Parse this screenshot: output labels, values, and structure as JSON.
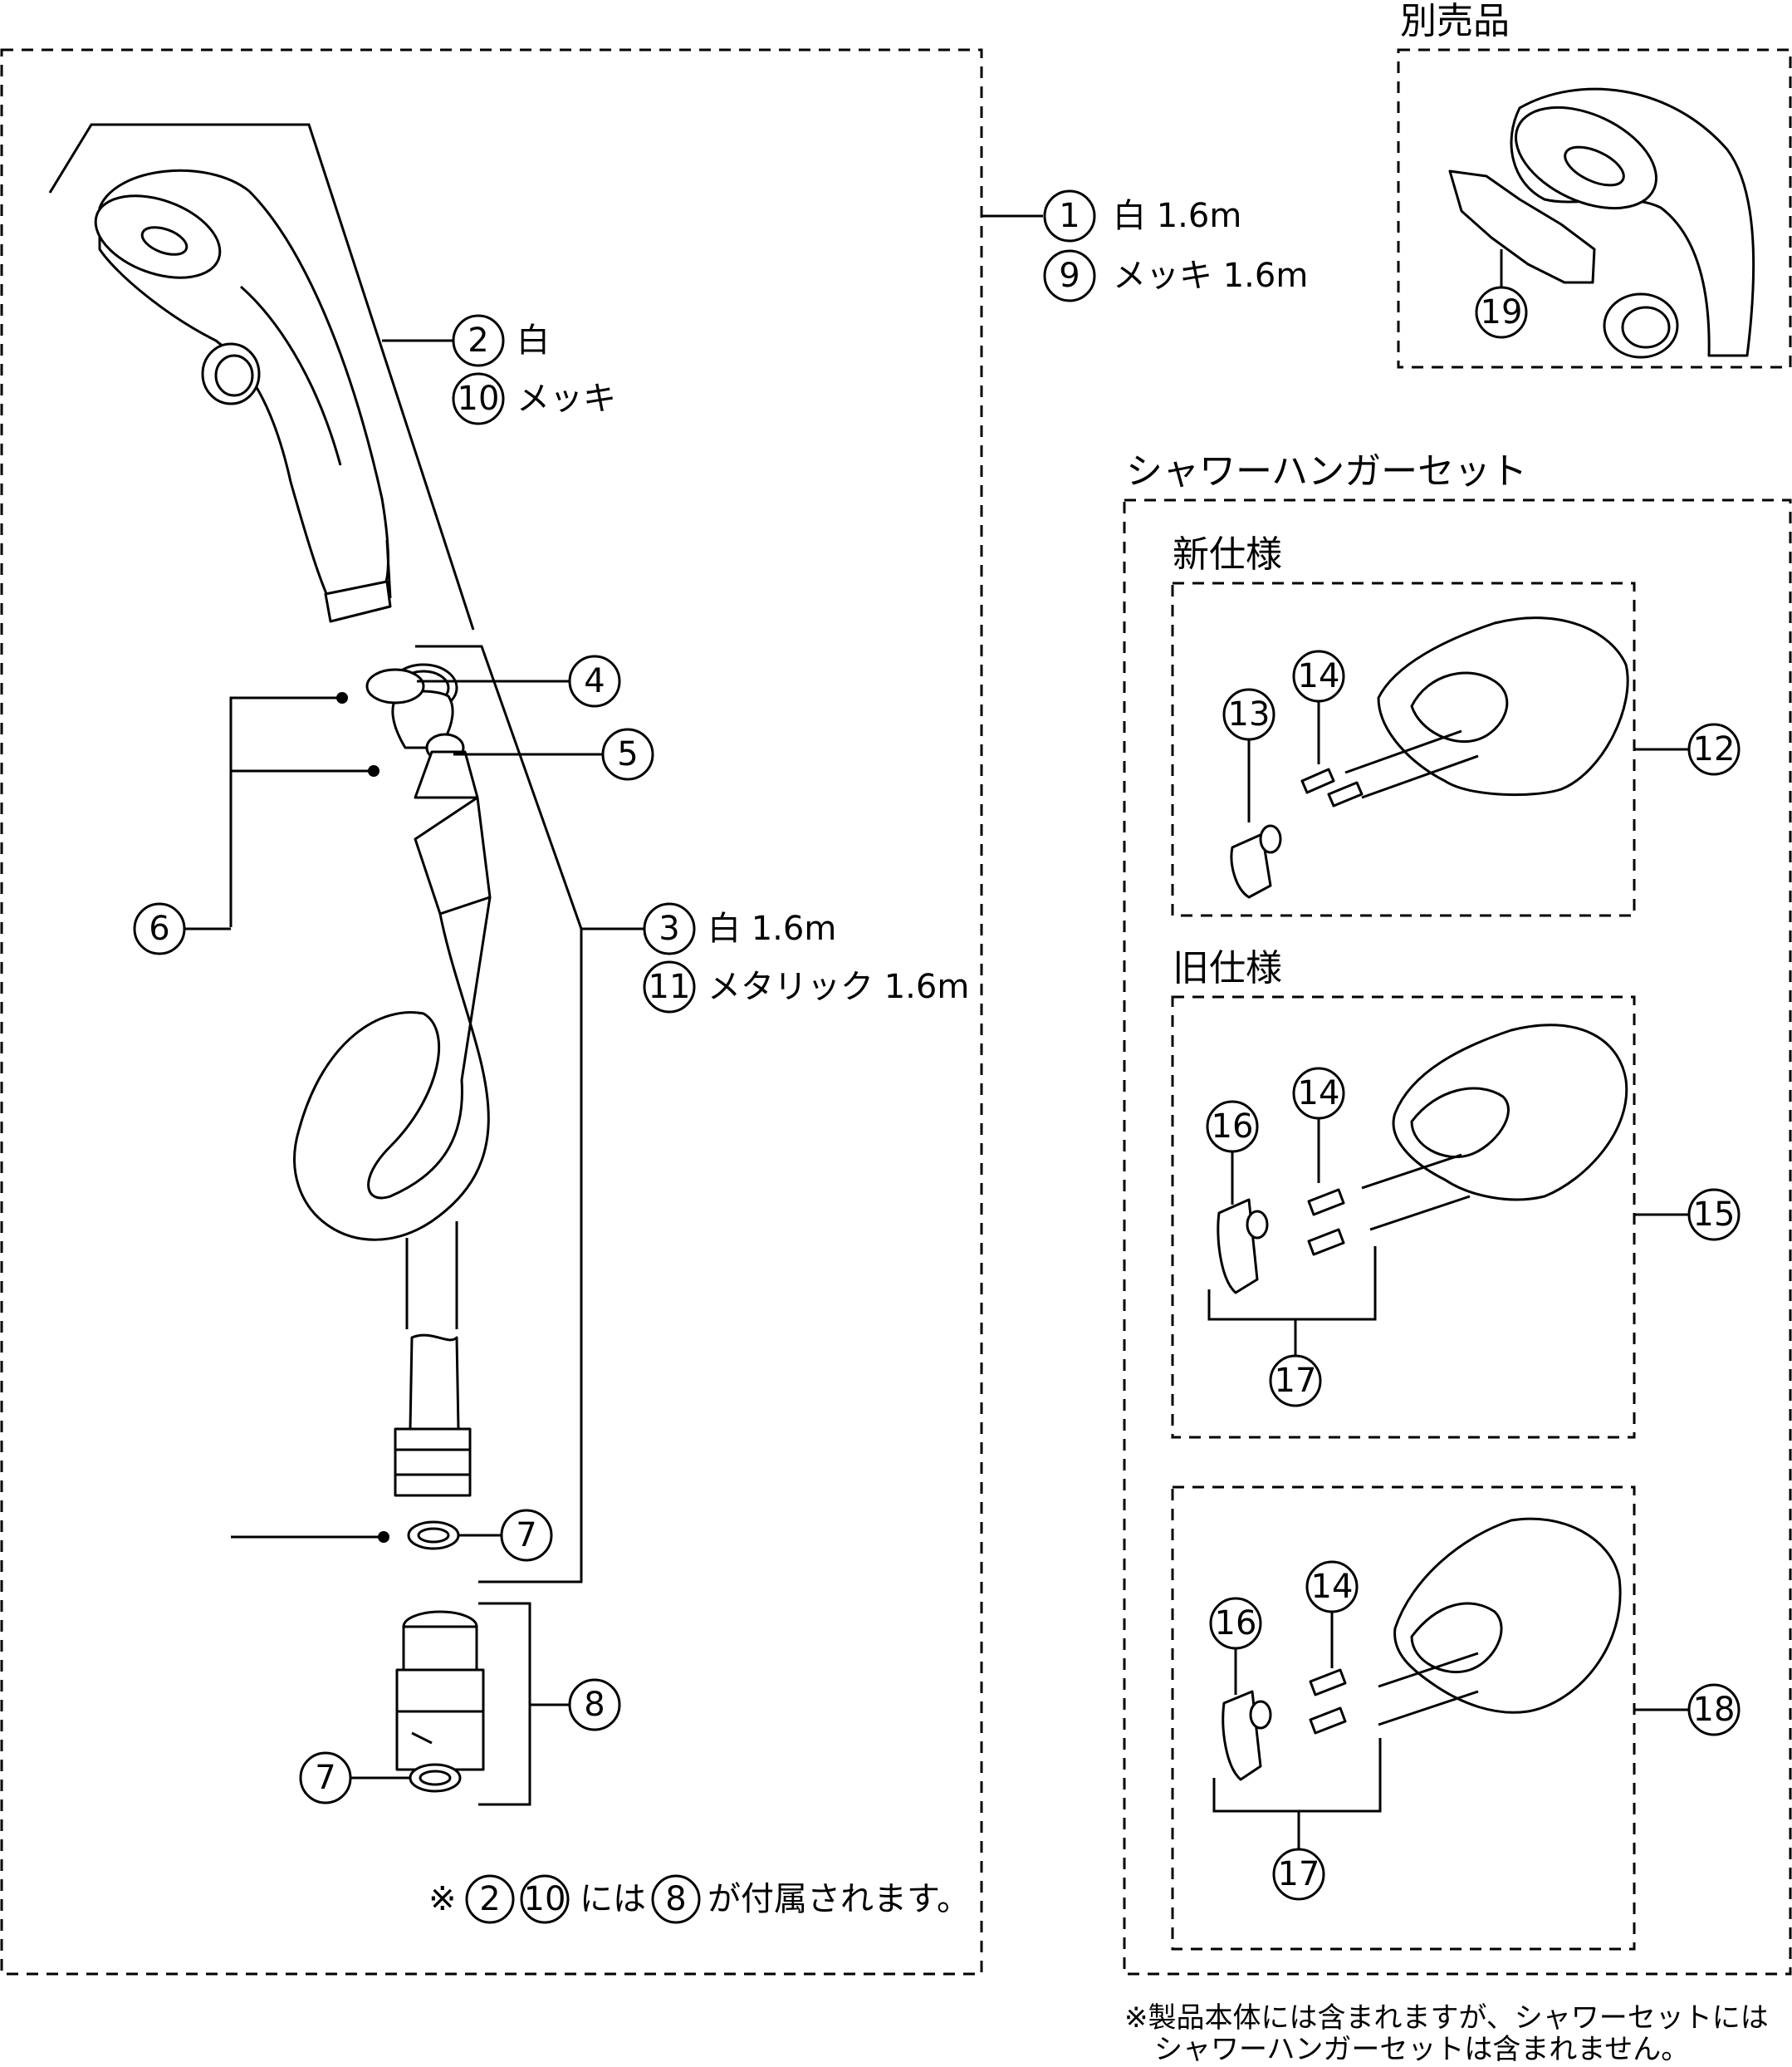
{
  "sections": {
    "optional_title": "別売品",
    "hanger_set_title": "シャワーハンガーセット",
    "new_spec_label": "新仕様",
    "old_spec_label": "旧仕様"
  },
  "callouts": {
    "c1": "1",
    "c2": "2",
    "c3": "3",
    "c4": "4",
    "c5": "5",
    "c6": "6",
    "c7a": "7",
    "c7b": "7",
    "c8": "8",
    "c9": "9",
    "c10": "10",
    "c11": "11",
    "c12": "12",
    "c13": "13",
    "c14a": "14",
    "c14b": "14",
    "c14c": "14",
    "c15": "15",
    "c16a": "16",
    "c16b": "16",
    "c17a": "17",
    "c17b": "17",
    "c18": "18",
    "c19": "19"
  },
  "specs": {
    "s1": "白 1.6m",
    "s9": "メッキ 1.6m",
    "s2": "白",
    "s10": "メッキ",
    "s3": "白 1.6m",
    "s11": "メタリック 1.6m"
  },
  "notes": {
    "included_prefix": "※",
    "included_n1": "2",
    "included_n2": "10",
    "included_mid": "には",
    "included_n3": "8",
    "included_suffix": "が付属されます。",
    "footer_line1": "※製品本体には含まれますが、シャワーセットには",
    "footer_line2": "シャワーハンガーセットは含まれません。"
  }
}
